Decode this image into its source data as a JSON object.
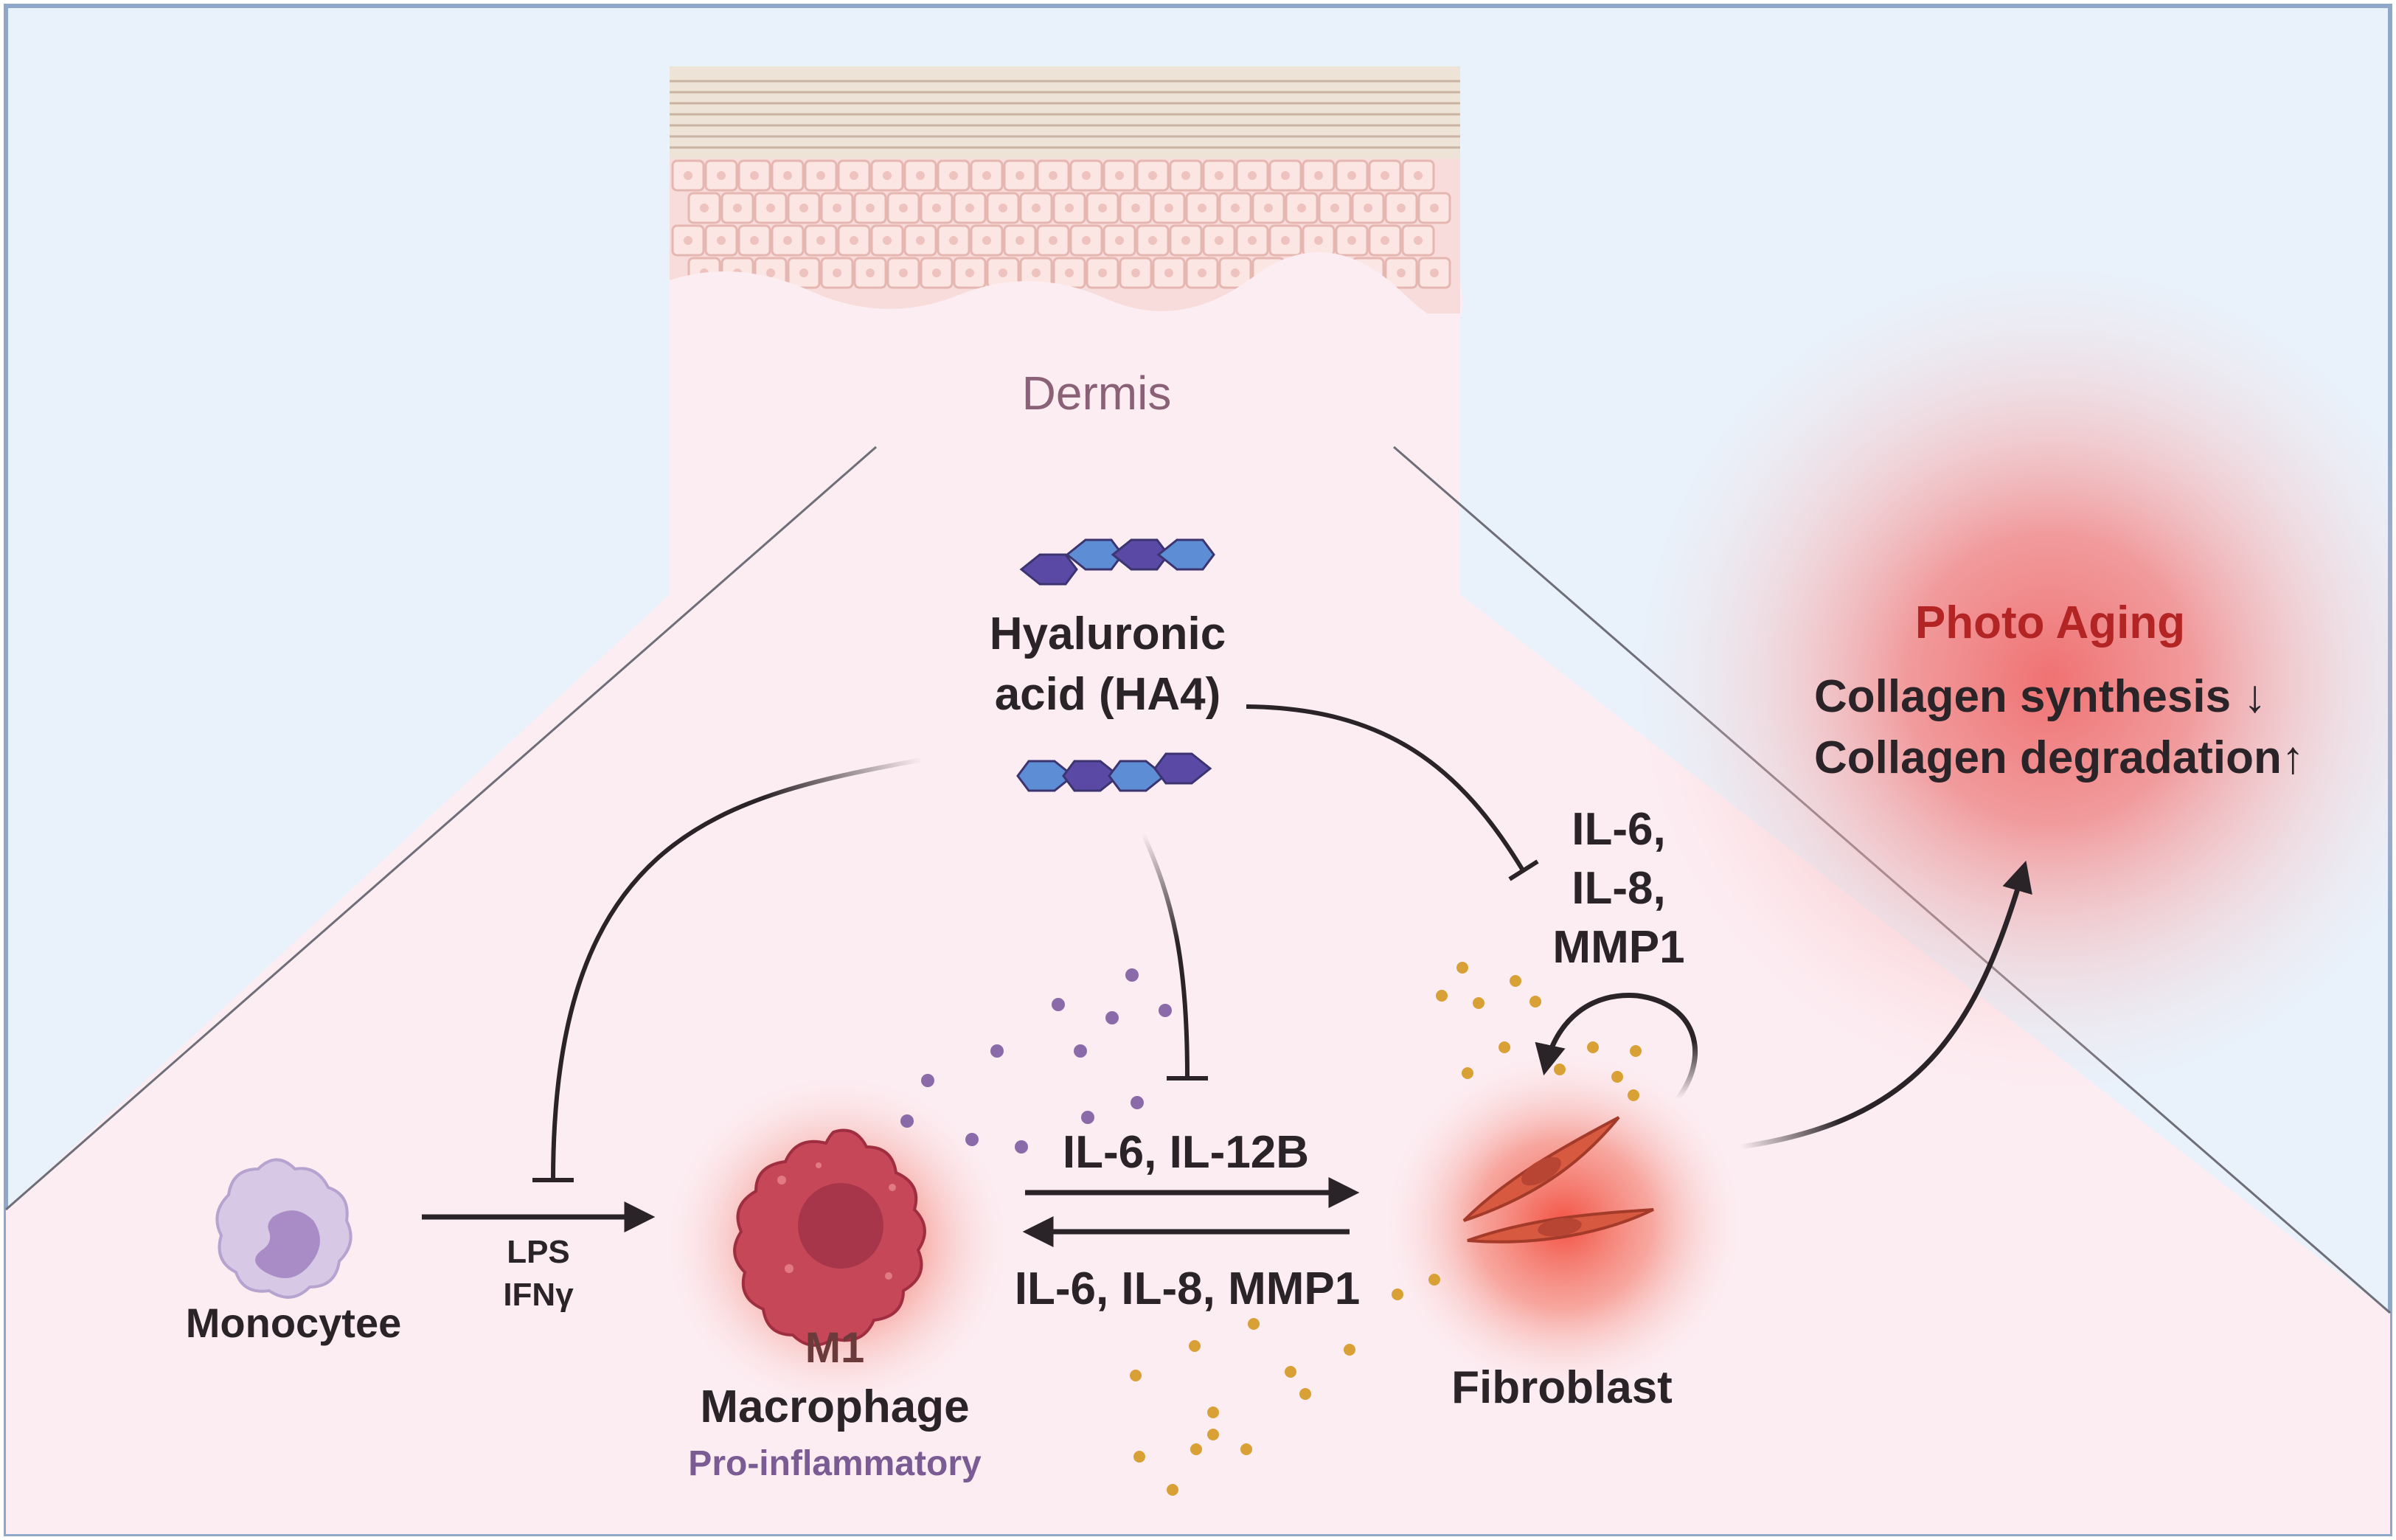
{
  "labels": {
    "dermis": "Dermis",
    "ha_line1": "Hyaluronic",
    "ha_line2": "acid (HA4)",
    "fib_cyt_1": "IL-6,",
    "fib_cyt_2": "IL-8,",
    "fib_cyt_3": "MMP1",
    "photo_title": "Photo Aging",
    "photo_line1": "Collagen synthesis ↓",
    "photo_line2": "Collagen degradation↑",
    "monocyte": "Monocytee",
    "lps": "LPS",
    "ifn": "IFNγ",
    "m1": "M1",
    "macrophage": "Macrophage",
    "pro_inflammatory": "Pro-inflammatory",
    "arrow_top": "IL-6, IL-12B",
    "arrow_bottom": "IL-6, IL-8, MMP1",
    "fibroblast": "Fibroblast"
  },
  "colors": {
    "background_sky": "#e9f1fa",
    "frame": "#8fa7c9",
    "tissue": "#fcedf2",
    "photo_glow": "#f07a7a",
    "photo_title": "#b32424",
    "pro_inflammatory": "#7a5b93",
    "ha_dark": "#5a4aa6",
    "ha_light": "#5d8dd4",
    "macrophage": "#c64858",
    "fibroblast": "#d75a40",
    "monocyte": "#c9b6dc",
    "purple_dots": "#8a6aa8",
    "orange_dots": "#d9a135"
  },
  "icons": [
    "hyaluronic-acid-chain-icon",
    "monocyte-cell-icon",
    "m1-macrophage-cell-icon",
    "fibroblast-cell-icon",
    "skin-epidermis-icon"
  ]
}
